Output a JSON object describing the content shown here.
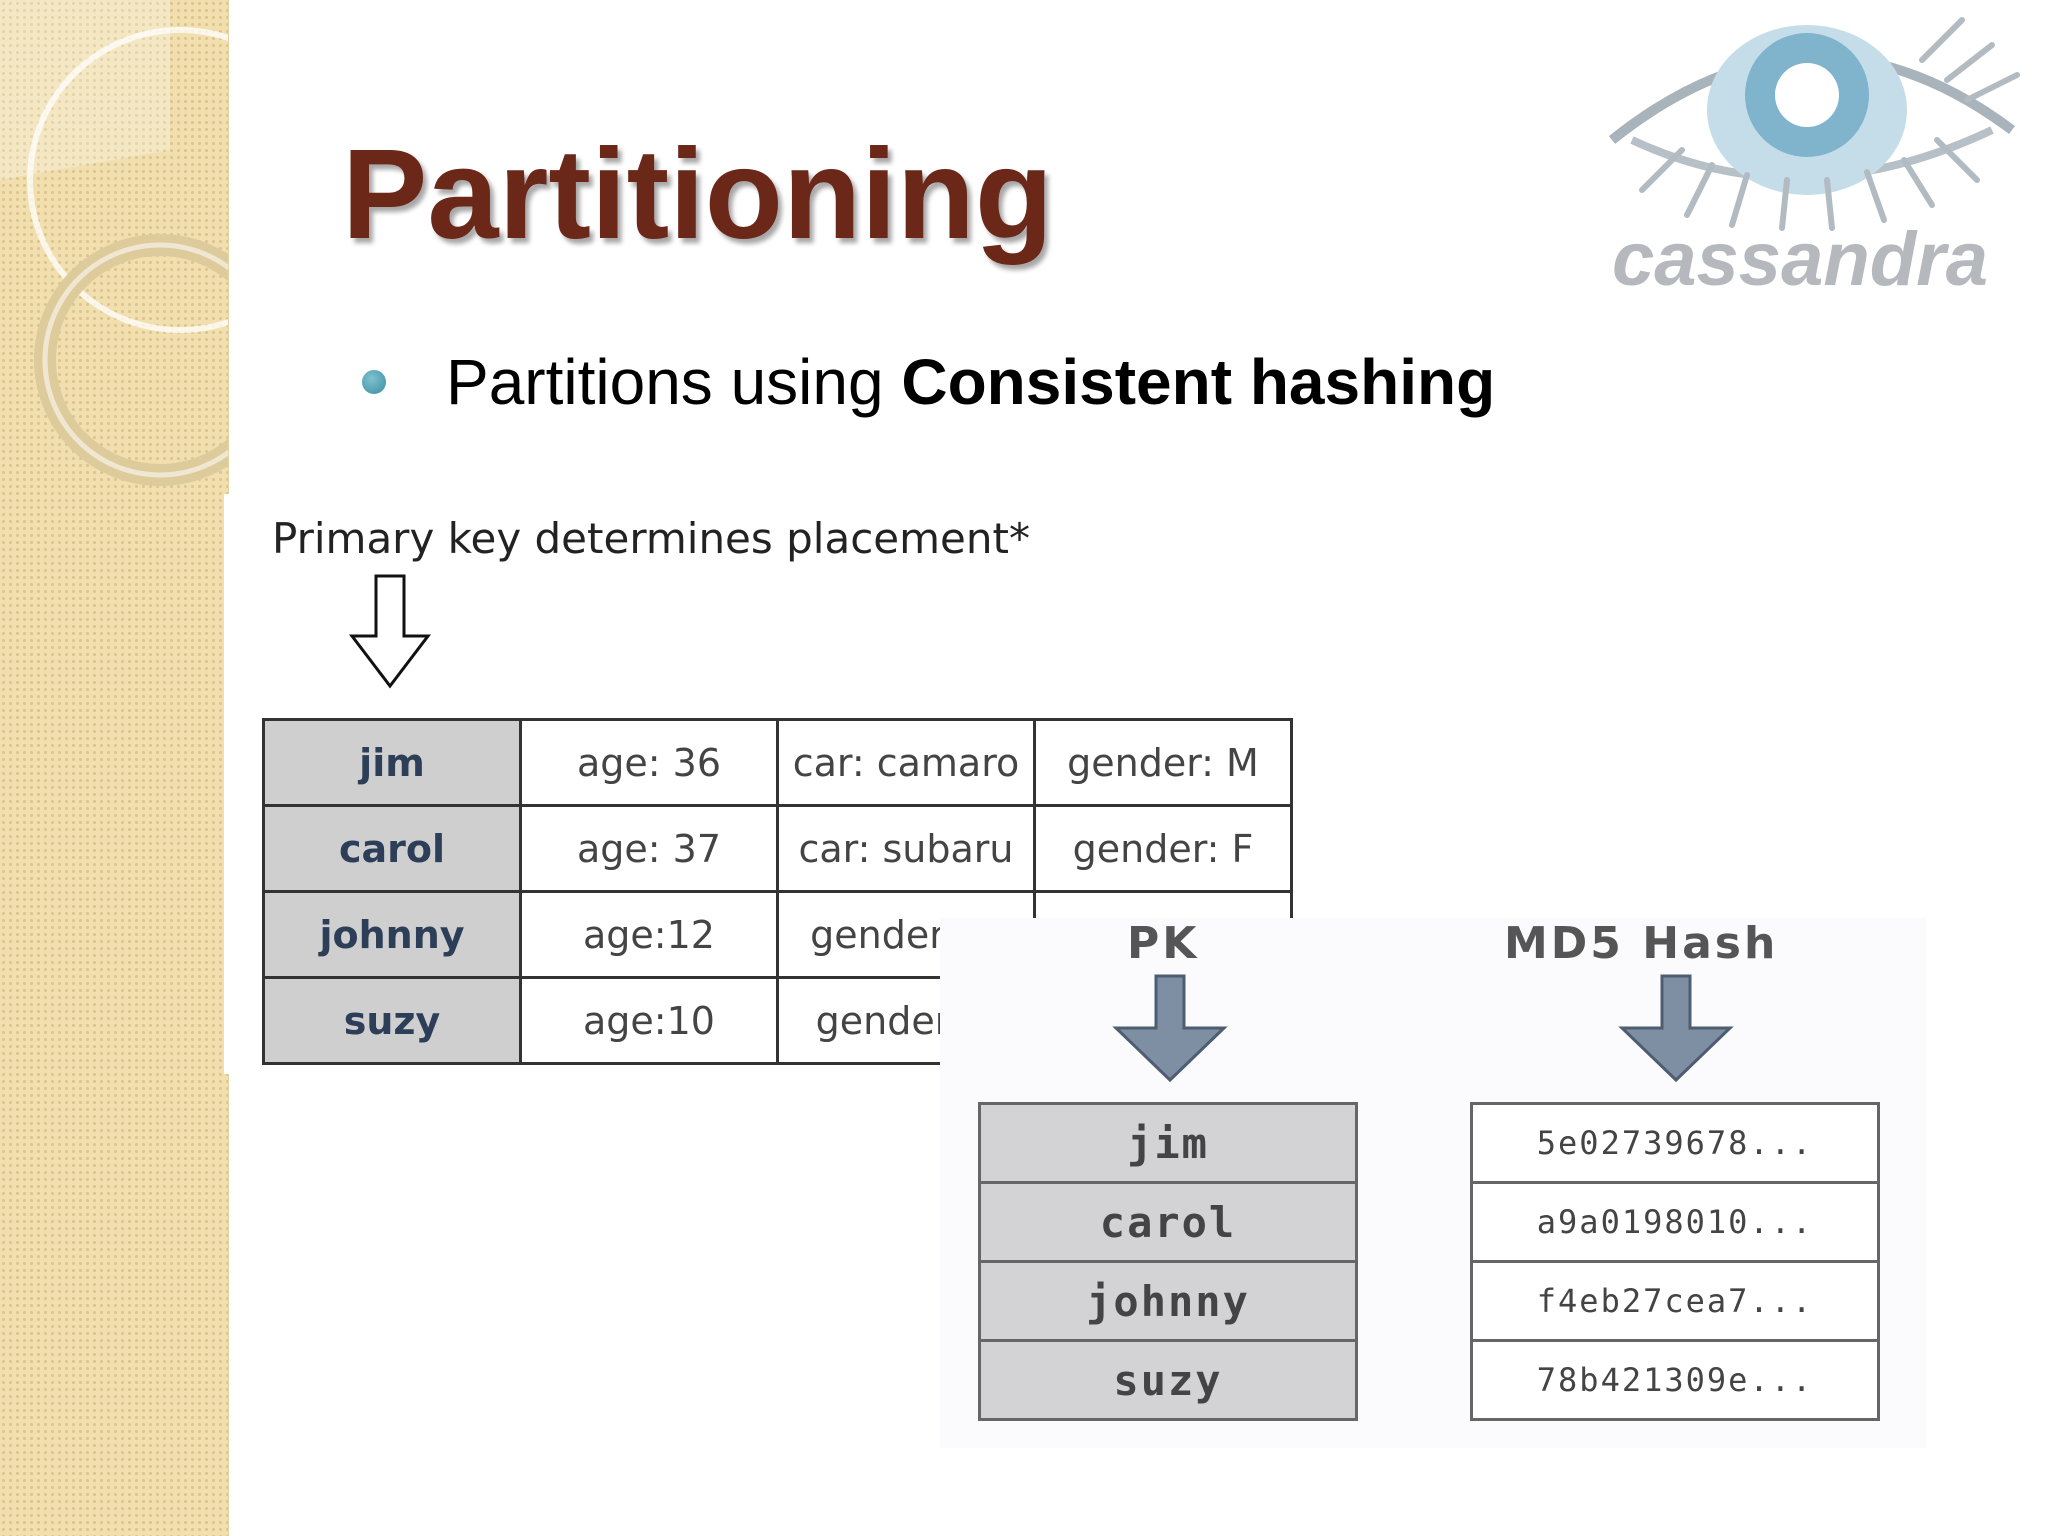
{
  "slide": {
    "title": "Partitioning",
    "bullet_normal": "Partitions using ",
    "bullet_bold": "Consistent hashing"
  },
  "logo": {
    "wordmark": "cassandra",
    "icon": "cassandra-eye-icon"
  },
  "diagram": {
    "caption": "Primary key determines placement*",
    "rows": [
      {
        "key": "jim",
        "c1": "age: 36",
        "c2": "car: camaro",
        "c3": "gender: M"
      },
      {
        "key": "carol",
        "c1": "age: 37",
        "c2": "car: subaru",
        "c3": "gender: F"
      },
      {
        "key": "johnny",
        "c1": "age:12",
        "c2": "gender: M",
        "c3": ""
      },
      {
        "key": "suzy",
        "c1": "age:10",
        "c2": "gender: F",
        "c3": ""
      }
    ],
    "pk_heading": "PK",
    "md5_heading": "MD5 Hash",
    "pk_rows": [
      "jim",
      "carol",
      "johnny",
      "suzy"
    ],
    "hash_rows": [
      "5e02739678...",
      "a9a0198010...",
      "f4eb27cea7...",
      "78b421309e..."
    ]
  },
  "colors": {
    "title": "#6b2718",
    "bullet": "#3a8ea2",
    "sidebar": "#f1dfb0",
    "key_cell": "#cfcfcf",
    "arrow_fill": "#7e8fa3"
  }
}
